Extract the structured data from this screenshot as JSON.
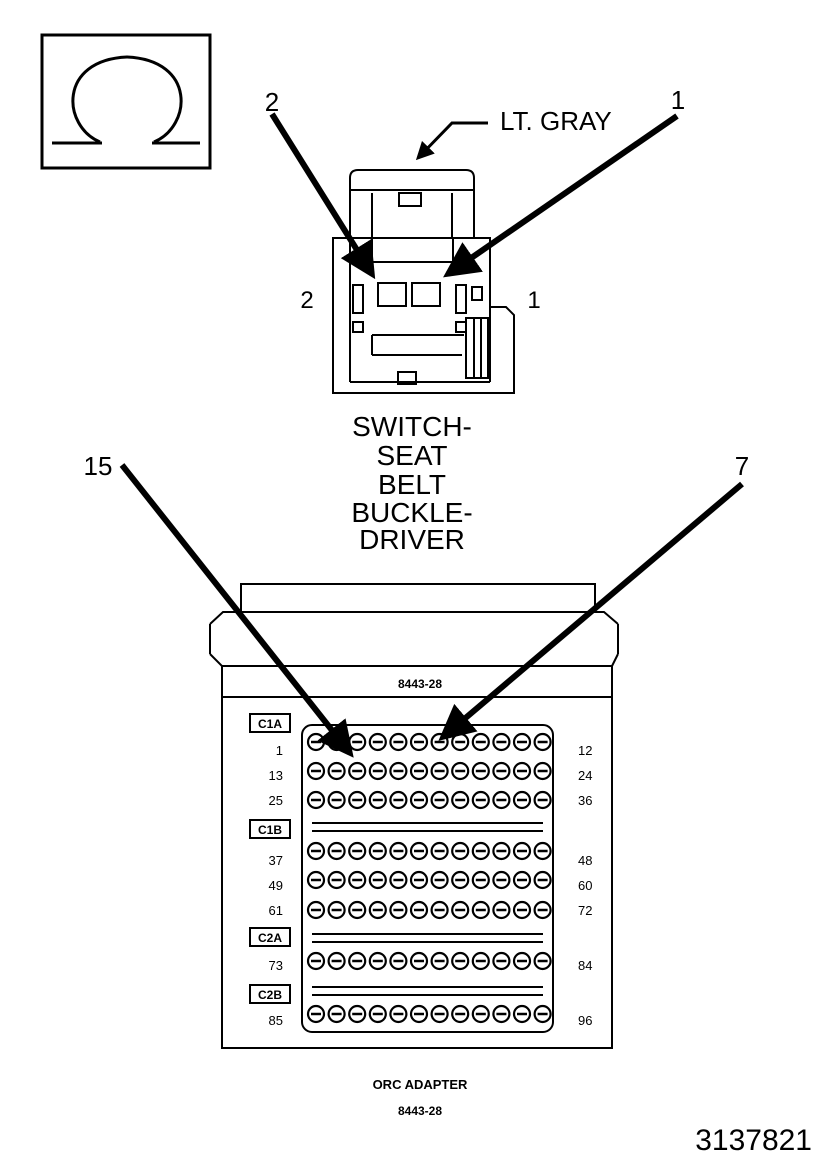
{
  "symbol": {
    "icon": "ohm-icon"
  },
  "connector": {
    "color_label": "LT. GRAY",
    "callout_left": "2",
    "callout_right": "1",
    "side_left": "2",
    "side_right": "1",
    "caption_lines": [
      "SWITCH-",
      "SEAT",
      "BELT",
      "BUCKLE-",
      "DRIVER"
    ]
  },
  "adapter": {
    "top_label": "8443-28",
    "callout_left": "15",
    "callout_right": "7",
    "sections": [
      {
        "label": "C1A",
        "rows": [
          {
            "start": "1",
            "end": "12"
          },
          {
            "start": "13",
            "end": "24"
          },
          {
            "start": "25",
            "end": "36"
          }
        ]
      },
      {
        "label": "C1B",
        "rows": [
          {
            "start": "37",
            "end": "48"
          },
          {
            "start": "49",
            "end": "60"
          },
          {
            "start": "61",
            "end": "72"
          }
        ]
      },
      {
        "label": "C2A",
        "rows": [
          {
            "start": "73",
            "end": "84"
          }
        ]
      },
      {
        "label": "C2B",
        "rows": [
          {
            "start": "85",
            "end": "96"
          }
        ]
      }
    ],
    "caption_title": "ORC ADAPTER",
    "caption_part": "8443-28"
  },
  "figure_number": "3137821"
}
